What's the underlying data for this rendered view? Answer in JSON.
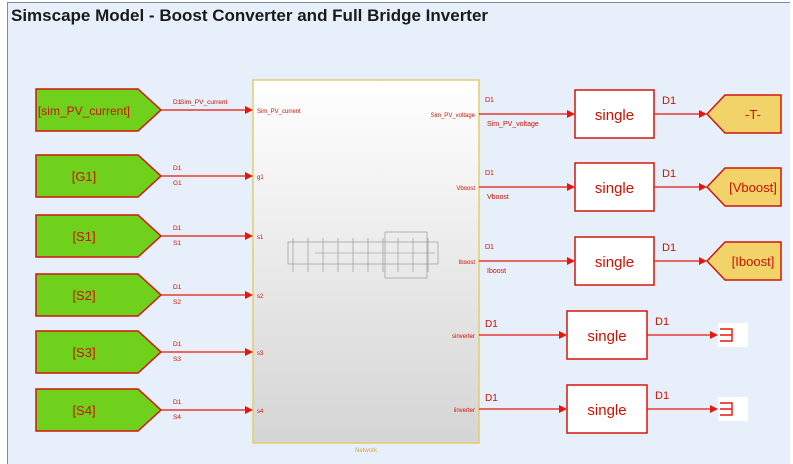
{
  "area": {
    "title": "Simscape Model - Boost Converter and Full Bridge Inverter"
  },
  "colors": {
    "wire": "#e8160c",
    "from_fill": "#6fd11b",
    "goto_fill": "#f2d36a",
    "block_border": "#d4160c",
    "subsystem_border": "#e3cd6b"
  },
  "from_blocks": [
    {
      "tag": "[sim_PV_current]",
      "signal": "D1",
      "name": "Sim_PV_current",
      "port": "Sim_PV_current"
    },
    {
      "tag": "[G1]",
      "signal": "D1",
      "name": "G1",
      "port": "g1"
    },
    {
      "tag": "[S1]",
      "signal": "D1",
      "name": "S1",
      "port": "s1"
    },
    {
      "tag": "[S2]",
      "signal": "D1",
      "name": "S2",
      "port": "s2"
    },
    {
      "tag": "[S3]",
      "signal": "D1",
      "name": "S3",
      "port": "s3"
    },
    {
      "tag": "[S4]",
      "signal": "D1",
      "name": "S4",
      "port": "s4"
    }
  ],
  "subsystem": {
    "label": "Network"
  },
  "outputs": [
    {
      "port": "Sim_PV_voltage",
      "signal": "D1",
      "name": "Sim_PV_voltage",
      "conv": "single",
      "sig2": "D1",
      "dest": "-T-",
      "dest_type": "goto"
    },
    {
      "port": "Vboost",
      "signal": "D1",
      "name": "Vboost",
      "conv": "single",
      "sig2": "D1",
      "dest": "[Vboost]",
      "dest_type": "goto"
    },
    {
      "port": "Iboost",
      "signal": "D1",
      "name": "Iboost",
      "conv": "single",
      "sig2": "D1",
      "dest": "[Iboost]",
      "dest_type": "goto"
    },
    {
      "port": "sinverter",
      "signal": "D1",
      "name": "",
      "conv": "single",
      "sig2": "D1",
      "dest": "",
      "dest_type": "terminator"
    },
    {
      "port": "iinverter",
      "signal": "D1",
      "name": "",
      "conv": "single",
      "sig2": "D1",
      "dest": "",
      "dest_type": "terminator"
    }
  ]
}
